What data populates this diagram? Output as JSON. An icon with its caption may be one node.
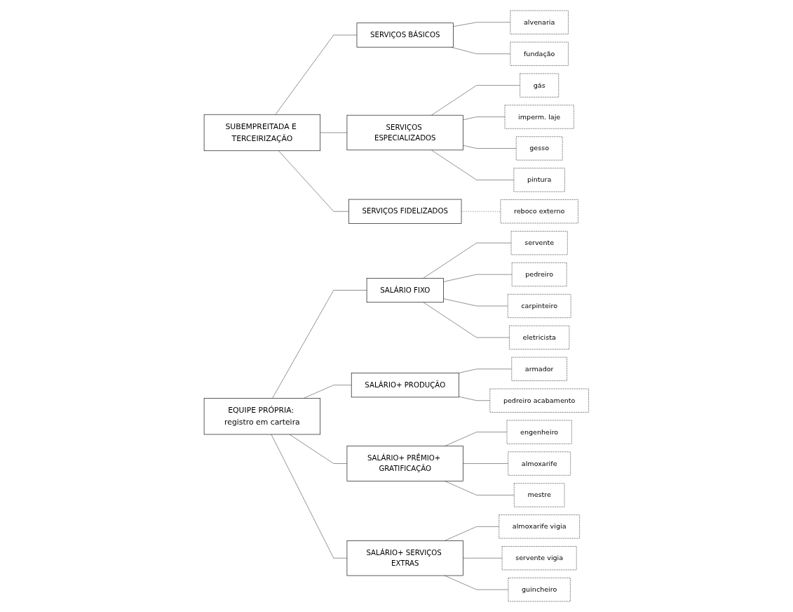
{
  "diagram": {
    "nodes": [
      {
        "text": [
          "SUBEMPREITADA E TERCEIRIZAÇÃO"
        ]
      },
      {
        "text": [
          "SERVIÇOS BÁSICOS"
        ]
      },
      {
        "text": [
          "alvenaria"
        ]
      },
      {
        "text": [
          "fundação"
        ]
      },
      {
        "text": [
          "SERVIÇOS ESPECIALIZADOS"
        ]
      },
      {
        "text": [
          "gás"
        ]
      },
      {
        "text": [
          "imperm. laje"
        ]
      },
      {
        "text": [
          "gesso"
        ]
      },
      {
        "text": [
          "pintura"
        ]
      },
      {
        "text": [
          "SERVIÇOS FIDELIZADOS"
        ]
      },
      {
        "text": [
          "reboco externo"
        ]
      },
      {
        "text": [
          "EQUIPE PRÓPRIA: registro em carteira"
        ]
      },
      {
        "text": [
          "SALÁRIO FIXO"
        ]
      },
      {
        "text": [
          "servente"
        ]
      },
      {
        "text": [
          "pedreiro"
        ]
      },
      {
        "text": [
          "carpinteiro"
        ]
      },
      {
        "text": [
          "eletricista"
        ]
      },
      {
        "text": [
          "SALÁRIO+ PRODUÇÃO"
        ]
      },
      {
        "text": [
          "armador"
        ]
      },
      {
        "text": [
          "pedreiro acabamento"
        ]
      },
      {
        "text": [
          "SALÁRIO+ PRÊMIO+ GRATIFICAÇÃO"
        ]
      },
      {
        "text": [
          "engenheiro"
        ]
      },
      {
        "text": [
          "almoxarife"
        ]
      },
      {
        "text": [
          "mestre"
        ]
      },
      {
        "text": [
          "SALÁRIO+ SERVIÇOS EXTRAS"
        ]
      },
      {
        "text": [
          "almoxarife vigia"
        ]
      },
      {
        "text": [
          "servente vigia"
        ]
      },
      {
        "text": [
          "guincheiro"
        ]
      }
    ],
    "edges": [
      {
        "from": 0,
        "to": 1,
        "arrow": "none"
      },
      {
        "from": 0,
        "to": 4,
        "arrow": "none"
      },
      {
        "from": 0,
        "to": 9,
        "arrow": "none"
      },
      {
        "from": 1,
        "to": 2,
        "arrow": "none"
      },
      {
        "from": 1,
        "to": 3,
        "arrow": "none"
      },
      {
        "from": 4,
        "to": 5,
        "arrow": "none"
      },
      {
        "from": 4,
        "to": 6,
        "arrow": "none"
      },
      {
        "from": 4,
        "to": 7,
        "arrow": "none"
      },
      {
        "from": 4,
        "to": 8,
        "arrow": "none"
      },
      {
        "from": 9,
        "to": 10,
        "arrow": "none",
        "style": "dashed"
      },
      {
        "from": 11,
        "to": 12,
        "arrow": "none"
      },
      {
        "from": 11,
        "to": 17,
        "arrow": "none"
      },
      {
        "from": 11,
        "to": 20,
        "arrow": "none"
      },
      {
        "from": 11,
        "to": 24,
        "arrow": "none"
      },
      {
        "from": 12,
        "to": 13,
        "arrow": "none"
      },
      {
        "from": 12,
        "to": 14,
        "arrow": "none"
      },
      {
        "from": 12,
        "to": 15,
        "arrow": "none"
      },
      {
        "from": 12,
        "to": 16,
        "arrow": "none"
      },
      {
        "from": 17,
        "to": 18,
        "arrow": "none"
      },
      {
        "from": 17,
        "to": 19,
        "arrow": "none"
      },
      {
        "from": 20,
        "to": 21,
        "arrow": "none"
      },
      {
        "from": 20,
        "to": 22,
        "arrow": "none"
      },
      {
        "from": 20,
        "to": 23,
        "arrow": "none"
      },
      {
        "from": 24,
        "to": 25,
        "arrow": "none"
      },
      {
        "from": 24,
        "to": 26,
        "arrow": "none"
      },
      {
        "from": 24,
        "to": 27,
        "arrow": "none"
      }
    ]
  }
}
